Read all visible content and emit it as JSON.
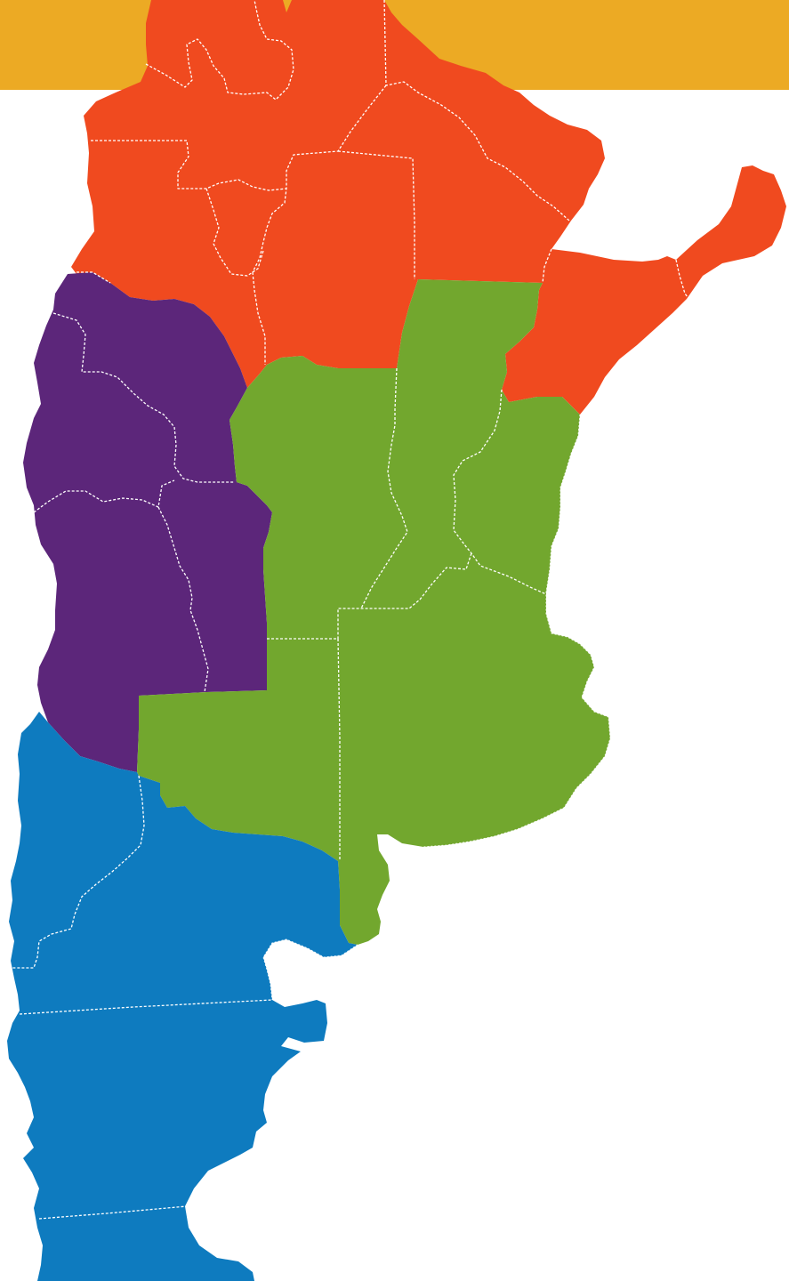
{
  "colors": {
    "banner": "#ECAA24",
    "background": "#FFFFFF",
    "border": "#FFFFFF"
  },
  "regions": [
    {
      "id": "norte",
      "color": "#F04A1F"
    },
    {
      "id": "cuyo",
      "color": "#5C267A"
    },
    {
      "id": "centro",
      "color": "#72A72E"
    },
    {
      "id": "patagonia",
      "color": "#0E7BBF"
    }
  ]
}
